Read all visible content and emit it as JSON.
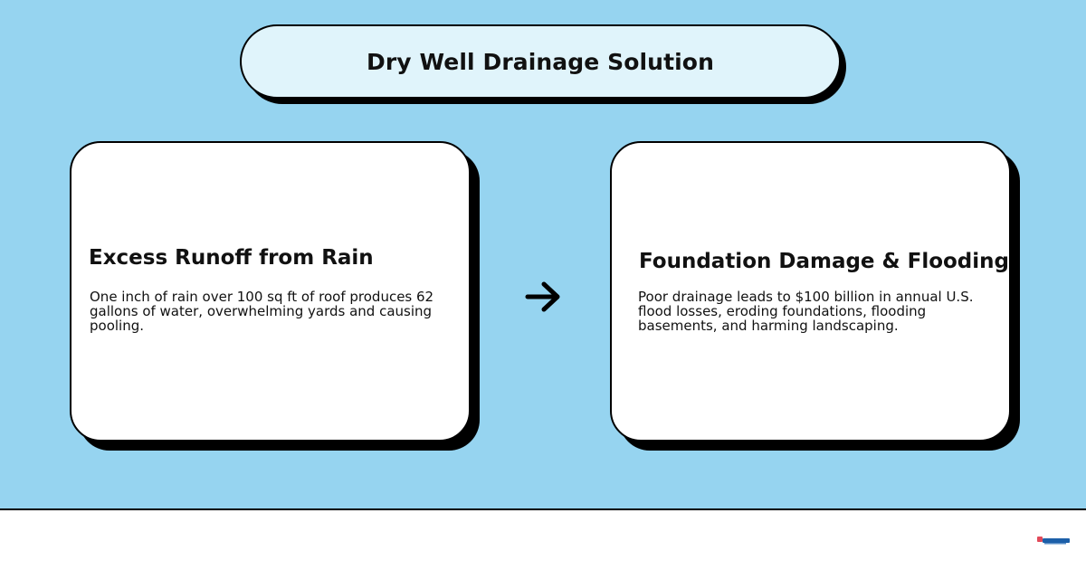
{
  "title": "Dry Well Drainage Solution",
  "cards": [
    {
      "heading": "Excess Runoff from Rain",
      "body": "One inch of rain over 100 sq ft of roof produces 62 gallons of water, overwhelming yards and causing pooling."
    },
    {
      "heading": "Foundation Damage & Flooding",
      "body": "Poor drainage leads to $100 billion in annual U.S. flood losses, eroding foundations, flooding basements, and harming landscaping."
    }
  ],
  "icons": {
    "connector": "arrow-right-icon",
    "brand": "brand-logo-icon"
  },
  "colors": {
    "background": "#96d4f0",
    "title_fill": "#e0f4fb",
    "card_fill": "#ffffff",
    "outline": "#000000",
    "footer": "#ffffff"
  }
}
